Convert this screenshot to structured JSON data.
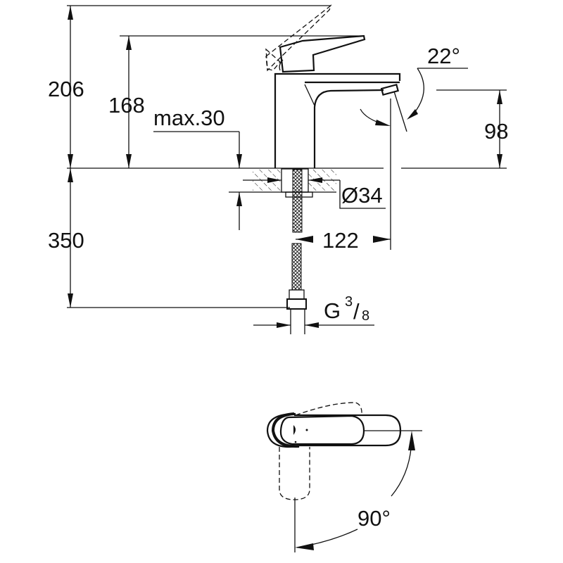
{
  "dimensions": {
    "total_height": "206",
    "lever_height": "168",
    "max_thickness": "max.30",
    "spout_height": "98",
    "spout_angle": "22°",
    "hole_diameter": "Ø34",
    "spout_reach": "122",
    "hose_length": "350",
    "connection": {
      "prefix": "G",
      "numerator": "3",
      "denominator": "8"
    },
    "lever_rotation": "90°"
  }
}
